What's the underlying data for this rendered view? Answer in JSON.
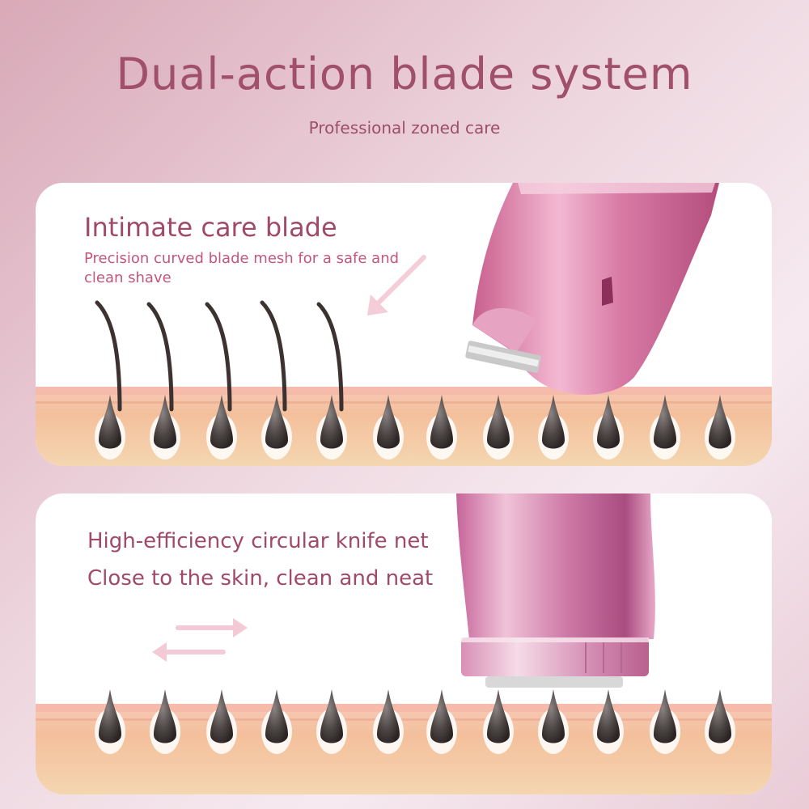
{
  "header": {
    "title": "Dual-action blade system",
    "subtitle": "Professional zoned care"
  },
  "panel_top": {
    "title": "Intimate care blade",
    "description": "Precision curved blade mesh for a safe and clean shave"
  },
  "panel_bottom": {
    "line1": "High-efficiency circular knife net",
    "line2": "Close to the skin, clean and neat"
  },
  "colors": {
    "title": "#a0506b",
    "accent": "#c2577b",
    "skin": "#f3c9a4",
    "device": "#d77aa3"
  },
  "icons": {
    "top_arrow": "diagonal-arrow-icon",
    "bottom_arrows": "double-arrow-icon"
  }
}
